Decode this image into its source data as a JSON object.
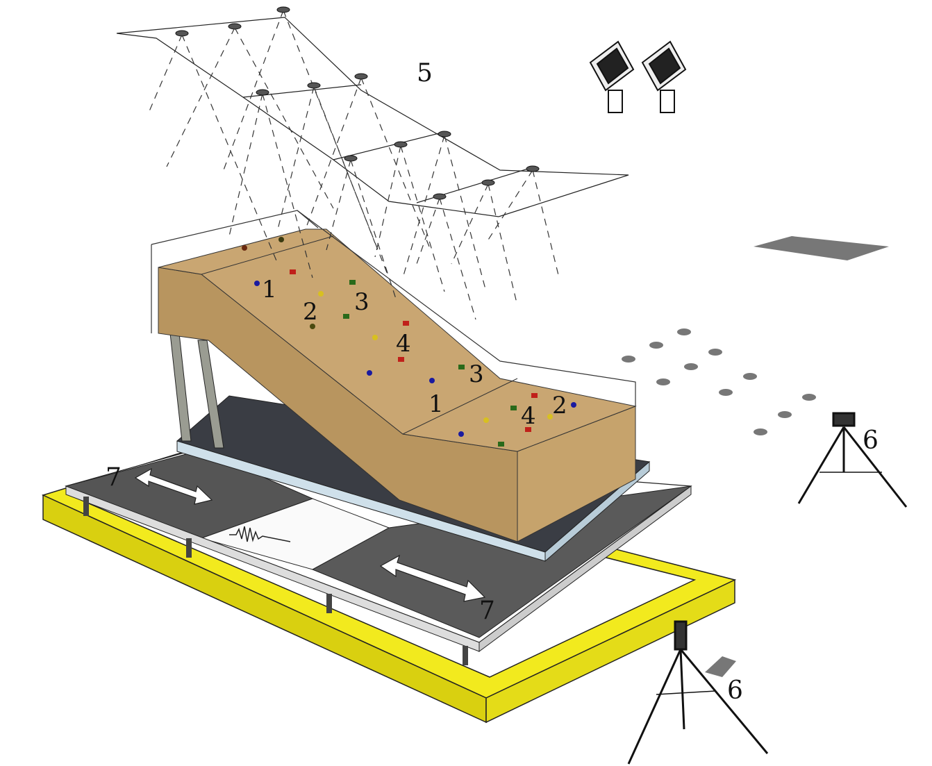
{
  "labels": {
    "camera_array": "5",
    "sensor_1a": "1",
    "sensor_2a": "2",
    "sensor_3a": "3",
    "sensor_4a": "4",
    "sensor_3b": "3",
    "sensor_1b": "1",
    "sensor_4b": "4",
    "sensor_2b": "2",
    "video_camera_right": "6",
    "video_camera_front": "6",
    "shaking_table_left": "7",
    "shaking_table_right": "7"
  },
  "colors": {
    "sand": "#c9a672",
    "sand_side": "#b8955f",
    "frame": "#f2ea1e",
    "table": "#555555",
    "marker_blue": "#1a1aa0",
    "marker_red": "#c0201a",
    "marker_green": "#2a6a1a",
    "marker_yellow": "#d8c020"
  }
}
